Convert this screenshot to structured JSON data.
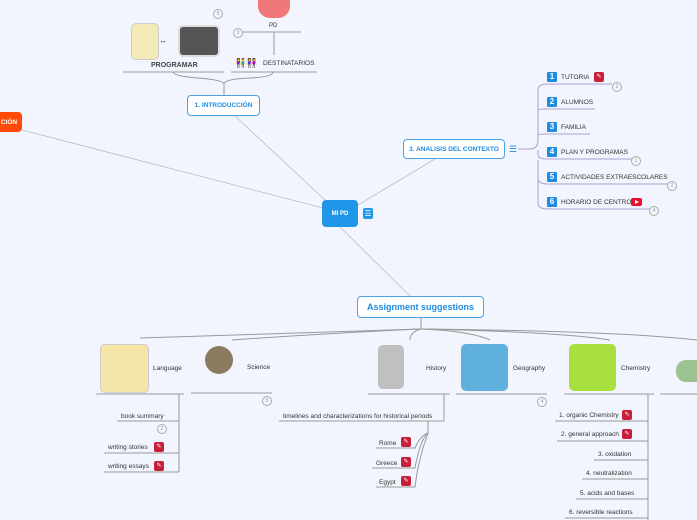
{
  "central": {
    "label": "MI PD"
  },
  "left_node": {
    "label": "CIÓN"
  },
  "intro": {
    "label": "1.  INTRODUCCIÓN",
    "children": {
      "programar": "PROGRAMAR",
      "pd": "PD",
      "destinatarios": "DESTINATARIOS",
      "count_programar": "5",
      "count_pd": "3"
    }
  },
  "analisis": {
    "label": "3.  ANALISIS DEL CONTEXTO",
    "items": [
      {
        "num": "1",
        "label": "TUTORIA",
        "count": "2"
      },
      {
        "num": "2",
        "label": "ALUMNOS"
      },
      {
        "num": "3",
        "label": "FAMILIA"
      },
      {
        "num": "4",
        "label": "PLAN Y PROGRAMAS",
        "count": "1"
      },
      {
        "num": "5",
        "label": "ACTIVIDADES EXTRAESCOLARES",
        "count": "2"
      },
      {
        "num": "6",
        "label": "HORARIO DE CENTRO",
        "count": "4"
      }
    ]
  },
  "assign": {
    "label": "Assignment suggestions",
    "language": {
      "label": "Language",
      "items": [
        "book summary",
        "writing stories",
        "writing essays"
      ],
      "count": "2"
    },
    "science": {
      "label": "Science",
      "count": "5"
    },
    "history": {
      "label": "History",
      "sub": "timelines and characterizations for historical periods",
      "items": [
        "Rome",
        "Greece",
        "Egypt"
      ]
    },
    "geography": {
      "label": "Geography",
      "count": "4"
    },
    "chemistry": {
      "label": "Chemistry",
      "items": [
        "1. organic Chemistry",
        "2. general approach",
        "3. oxidation",
        "4. neutralization",
        "5. acids and bases",
        "6. reversible reactions"
      ]
    }
  },
  "colors": {
    "accent": "#1f8ce0",
    "orange": "#ff4a0a",
    "attach": "#c8203a"
  }
}
